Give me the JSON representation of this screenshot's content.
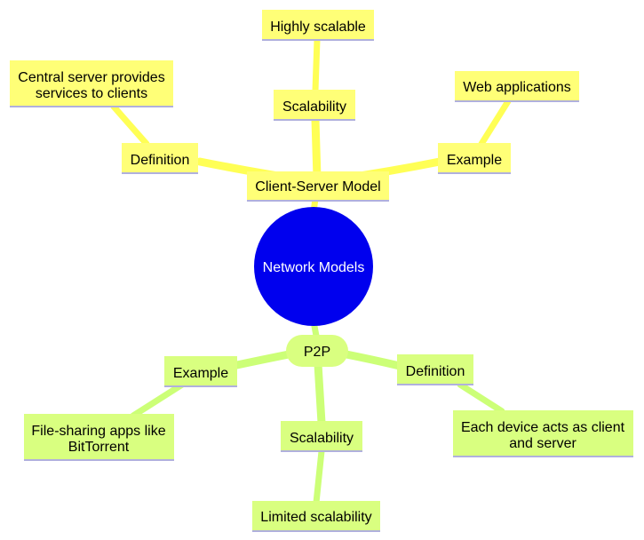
{
  "colors": {
    "root_fill": "#0000ee",
    "root_text": "#ffffff",
    "client_server_fill": "#ffff77",
    "client_server_edge": "#ffff55",
    "p2p_fill": "#d9ff80",
    "p2p_edge": "#ccff77",
    "underline": "#b0b0dd",
    "text": "#000000"
  },
  "root": {
    "label": "Network Models"
  },
  "client_server": {
    "label": "Client-Server Model",
    "definition": {
      "label": "Definition",
      "detail_lines": [
        "Central server provides",
        "services to clients"
      ]
    },
    "scalability": {
      "label": "Scalability",
      "detail_lines": [
        "Highly scalable"
      ]
    },
    "example": {
      "label": "Example",
      "detail_lines": [
        "Web applications"
      ]
    }
  },
  "p2p": {
    "label": "P2P",
    "example": {
      "label": "Example",
      "detail_lines": [
        "File-sharing apps like",
        "BitTorrent"
      ]
    },
    "scalability": {
      "label": "Scalability",
      "detail_lines": [
        "Limited scalability"
      ]
    },
    "definition": {
      "label": "Definition",
      "detail_lines": [
        "Each device acts as client",
        "and server"
      ]
    }
  }
}
